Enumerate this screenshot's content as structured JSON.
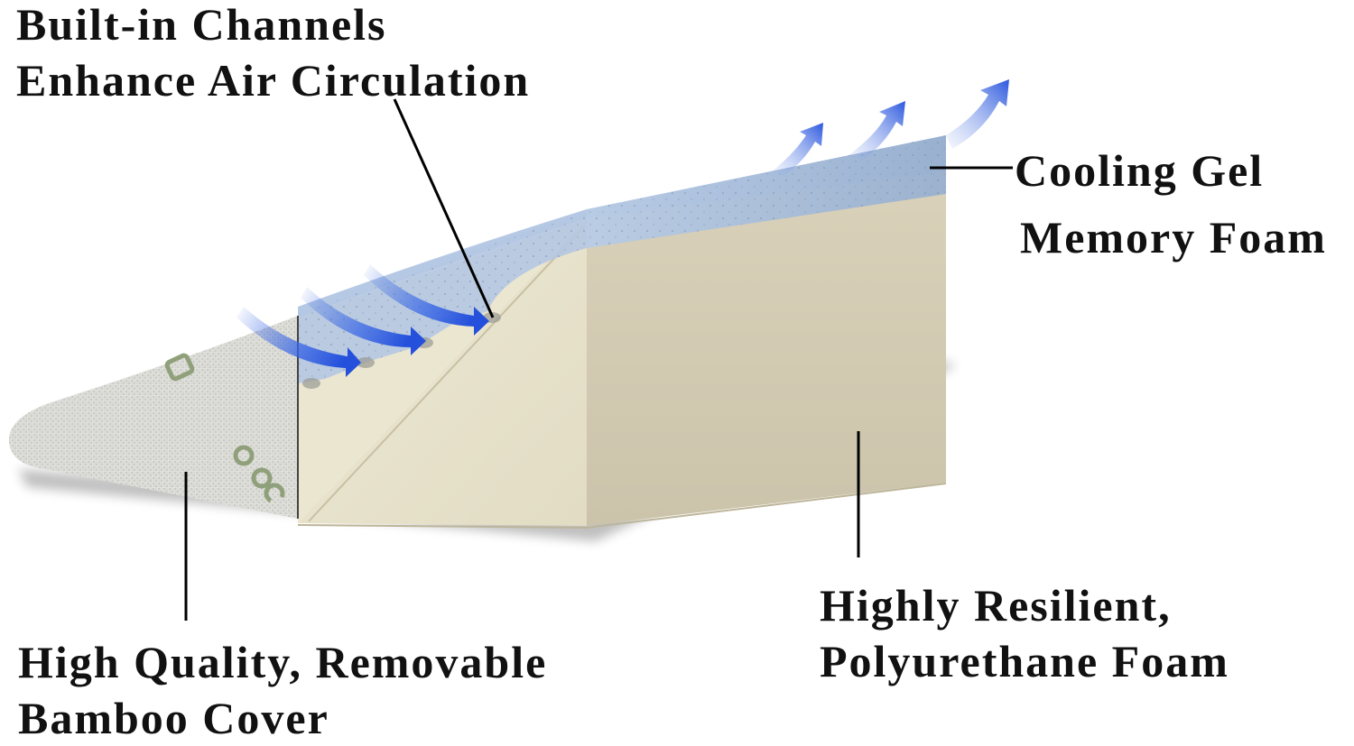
{
  "title": "Wedge Pillow Layer Diagram",
  "colors": {
    "background": "#ffffff",
    "text": "#111111",
    "gel_foam": "#9db4d3",
    "gel_foam_dark": "#8fa6c6",
    "poly_foam_side": "#d4ccb4",
    "poly_foam_front": "#e9e4cf",
    "bamboo_cover": "#dcdcd8",
    "bamboo_logo": "#8fa07a",
    "arrow_blue": "#2f5ee0",
    "leader_line": "#000000"
  },
  "callouts": {
    "channels": {
      "line1": "Built-in Channels",
      "line2": "Enhance Air Circulation"
    },
    "gel": {
      "line1": "Cooling Gel",
      "line2": "Memory Foam"
    },
    "cover": {
      "line1": "High Quality, Removable",
      "line2": "Bamboo Cover"
    },
    "foam": {
      "line1": "Highly Resilient,",
      "line2": "Polyurethane Foam"
    }
  },
  "icons": {
    "airflow_in_arrows": 3,
    "airflow_out_arrows": 3
  }
}
